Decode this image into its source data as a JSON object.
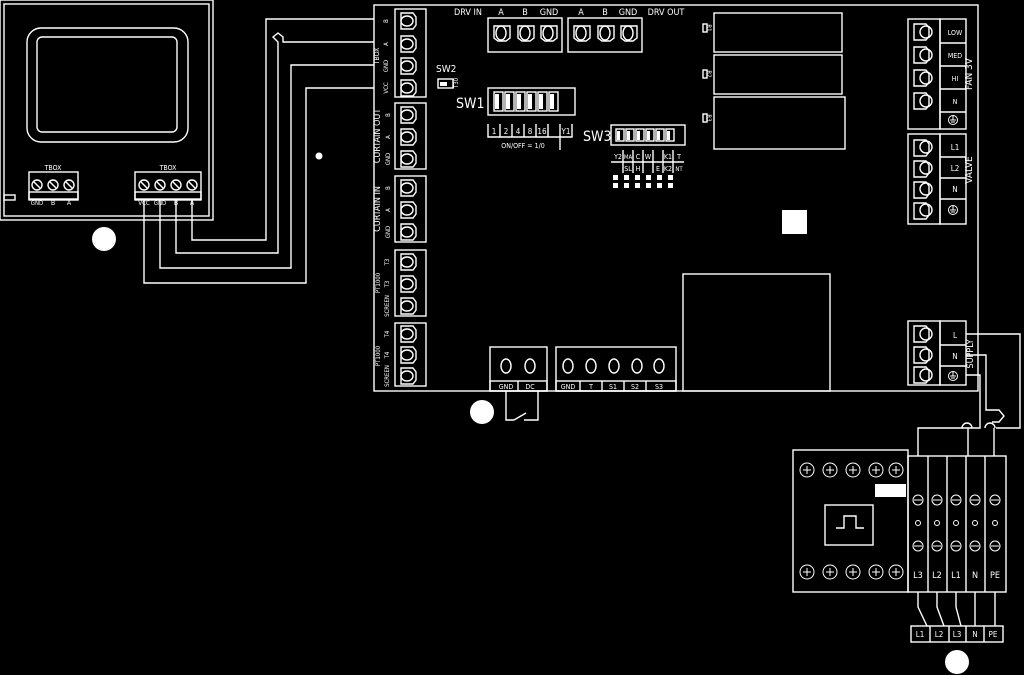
{
  "thermostat": {
    "tbox_left_title": "TBOX",
    "tbox_left_pins": [
      "GND",
      "B",
      "A"
    ],
    "tbox_right_title": "TBOX",
    "tbox_right_pins": [
      "VCC",
      "GND",
      "B",
      "A"
    ]
  },
  "board": {
    "drv_in": "DRV IN",
    "drv_in_pins": [
      "A",
      "B",
      "GND"
    ],
    "drv_out": "DRV OUT",
    "drv_out_pins": [
      "A",
      "B",
      "GND"
    ],
    "tbox_block": "TBOX",
    "tbox_pins": [
      "B",
      "A",
      "GND",
      "VCC"
    ],
    "curtain_out": "CURTAIN OUT",
    "curtain_out_pins": [
      "B",
      "A",
      "GND"
    ],
    "curtain_in": "CURTAIN IN",
    "curtain_in_pins": [
      "B",
      "A",
      "GND"
    ],
    "pt1000_1": "PT1000",
    "pt1000_1_pins": [
      "T3",
      "T3",
      "SCREEN"
    ],
    "pt1000_2": "PT1000",
    "pt1000_2_pins": [
      "T4",
      "T4",
      "SCREEN"
    ],
    "sw2_label": "SW2",
    "sw2_tiny": "T30",
    "sw1_label": "SW1",
    "sw1_weights": [
      "1",
      "2",
      "4",
      "8",
      "16",
      "Y1"
    ],
    "sw1_note": "ON/OFF = 1/0",
    "sw3_label": "SW3",
    "sw3_top": [
      "Y2",
      "MA",
      "C",
      "W",
      "K1",
      "T"
    ],
    "sw3_bottom": [
      "SL",
      "H",
      "E",
      "K2",
      "NT"
    ],
    "bottom_left_pins": [
      "GND",
      "DC"
    ],
    "bottom_right_pins": [
      "GND",
      "T",
      "S1",
      "S2",
      "S3"
    ],
    "fan_pins": [
      "LOW",
      "MED",
      "HI",
      "N"
    ],
    "fan_label": "FAN 3V",
    "valve_pins": [
      "L1",
      "L2",
      "N"
    ],
    "valve_label": "VALVE",
    "supply_pins": [
      "L",
      "N"
    ],
    "supply_label": "SUPPLY",
    "relay_codes": [
      "R1",
      "R2",
      "R3"
    ]
  },
  "breaker": {
    "labels": [
      "L3",
      "L2",
      "L1",
      "N",
      "PE"
    ],
    "output_labels": [
      "L1",
      "L2",
      "L3",
      "N",
      "PE"
    ]
  }
}
